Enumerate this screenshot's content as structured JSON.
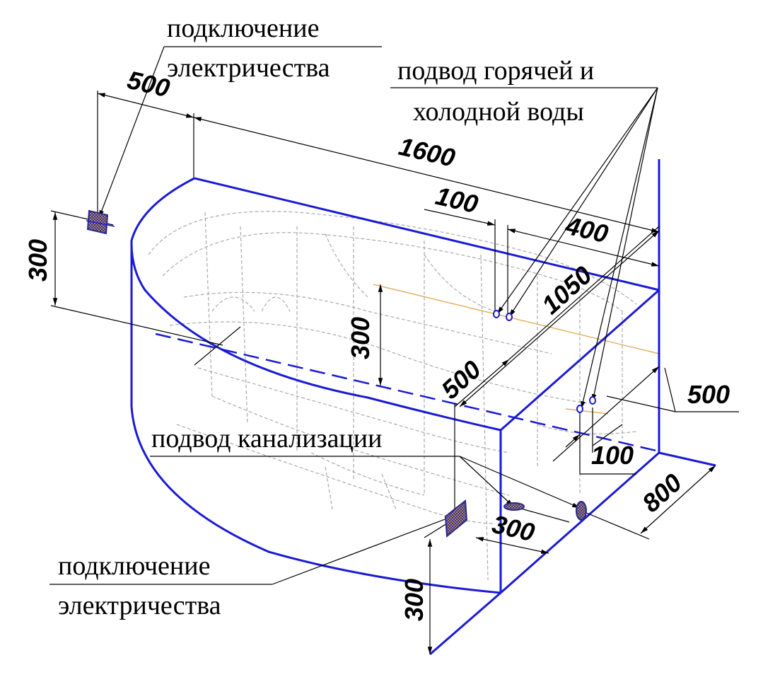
{
  "labels": {
    "electric_top_line1": "подключение",
    "electric_top_line2": "электричества",
    "water_line1": "подвод горячей и",
    "water_line2": "холодной воды",
    "sewer": "подвод канализации",
    "electric_bottom_line1": "подключение",
    "electric_bottom_line2": "электричества"
  },
  "dimensions": {
    "d500_top": "500",
    "d1600": "1600",
    "d100_top": "100",
    "d400": "400",
    "d1050": "1050",
    "d300_left": "300",
    "d300_mid": "300",
    "d500_mid": "500",
    "d500_right": "500",
    "d100_right": "100",
    "d800": "800",
    "d300_bottom": "300",
    "d300_lower_left": "300"
  },
  "colors": {
    "outline": "#1a1ad6",
    "dims": "#000000",
    "hidden": "#aaaaaa",
    "axis": "#e0a040",
    "socket": "#2a2a8a"
  }
}
